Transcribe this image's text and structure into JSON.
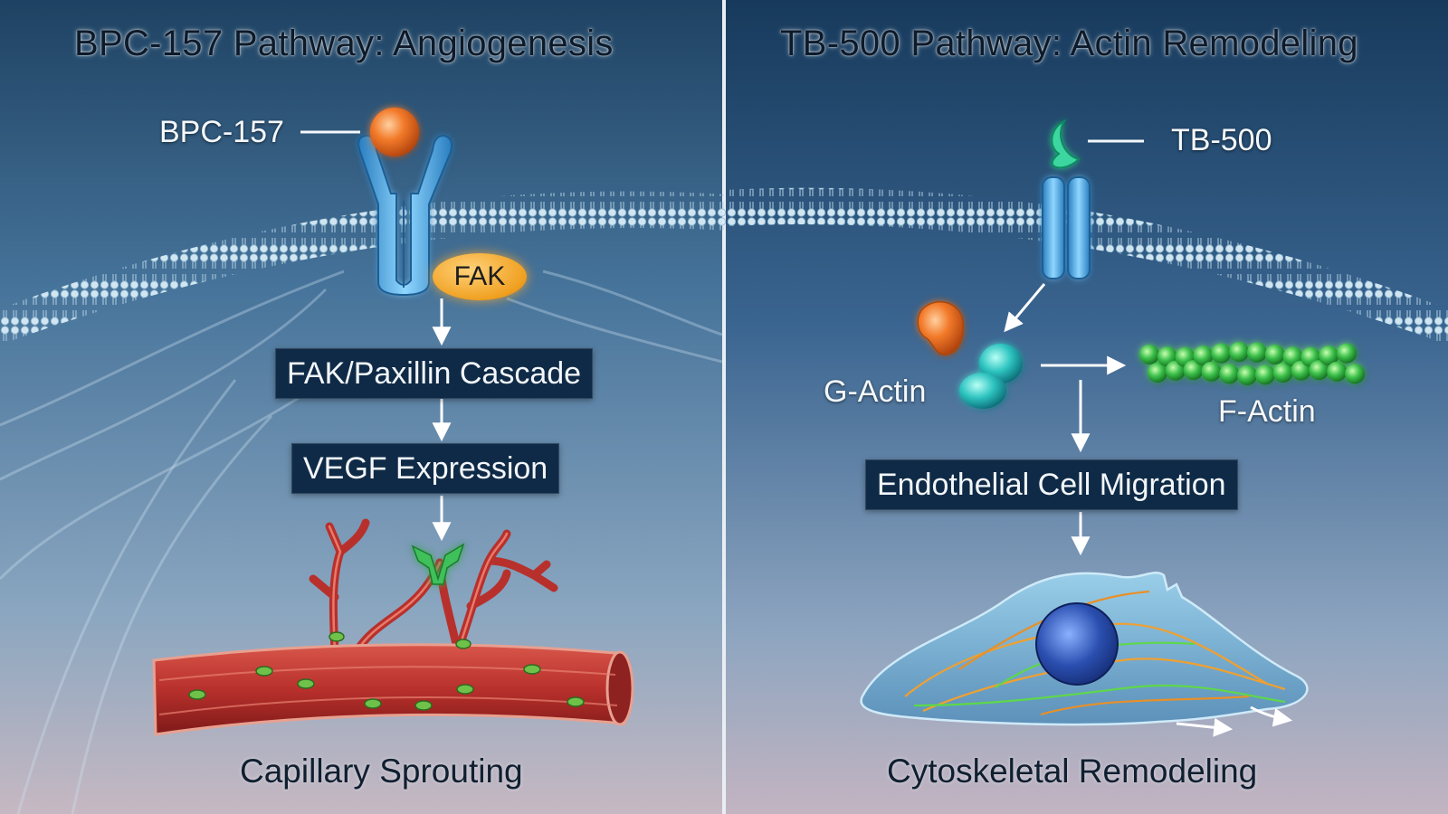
{
  "left_panel": {
    "title": "BPC-157 Pathway: Angiogenesis",
    "ligand_label": "BPC-157",
    "kinase_label": "FAK",
    "step1": "FAK/Paxillin Cascade",
    "step2": "VEGF Expression",
    "outcome": "Capillary Sprouting"
  },
  "right_panel": {
    "title": "TB-500 Pathway: Actin Remodeling",
    "ligand_label": "TB-500",
    "monomer_label": "G-Actin",
    "filament_label": "F-Actin",
    "step1": "Endothelial Cell Migration",
    "outcome": "Cytoskeletal Remodeling"
  },
  "colors": {
    "ligand_bpc": "#f27a2a",
    "receptor": "#5fb6e8",
    "fak": "#f0a020",
    "tb500": "#3ed6a0",
    "g_actin": "#2ec4c0",
    "f_actin": "#3bbf4a",
    "vessel": "#b8302c",
    "nucleus": "#2b4fb0"
  },
  "icons": {
    "ligand_bpc": "sphere-icon",
    "receptor": "y-receptor-icon",
    "tb500": "crescent-icon",
    "channel": "channel-receptor-icon",
    "vegf": "vegf-receptor-icon",
    "vessel": "blood-vessel-icon",
    "cell": "endothelial-cell-icon"
  }
}
